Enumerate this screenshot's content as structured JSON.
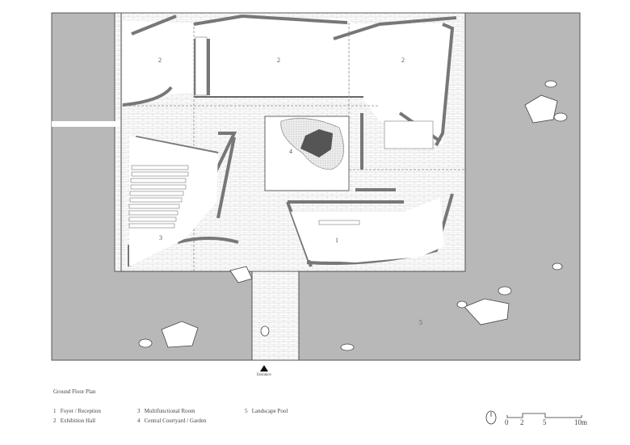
{
  "plan": {
    "title": "Ground Floor Plan",
    "entrance_label": "Entrance",
    "room_labels": {
      "exhibition_a": "2",
      "exhibition_b": "2",
      "exhibition_c": "2",
      "multifunctional": "3",
      "courtyard": "4",
      "foyer": "1",
      "pool": "5"
    }
  },
  "legend": [
    {
      "num": "1",
      "label": "Foyer / Reception"
    },
    {
      "num": "2",
      "label": "Exhibition Hall"
    },
    {
      "num": "3",
      "label": "Multifunctional Room"
    },
    {
      "num": "4",
      "label": "Central Courtyard / Garden"
    },
    {
      "num": "5",
      "label": "Landscape Pool"
    }
  ],
  "scale_bar": {
    "ticks": [
      "0",
      "2",
      "5",
      "10m"
    ]
  },
  "colors": {
    "ground": "#b4b4b4",
    "wall": "#8a8a8a",
    "line": "#444444"
  }
}
